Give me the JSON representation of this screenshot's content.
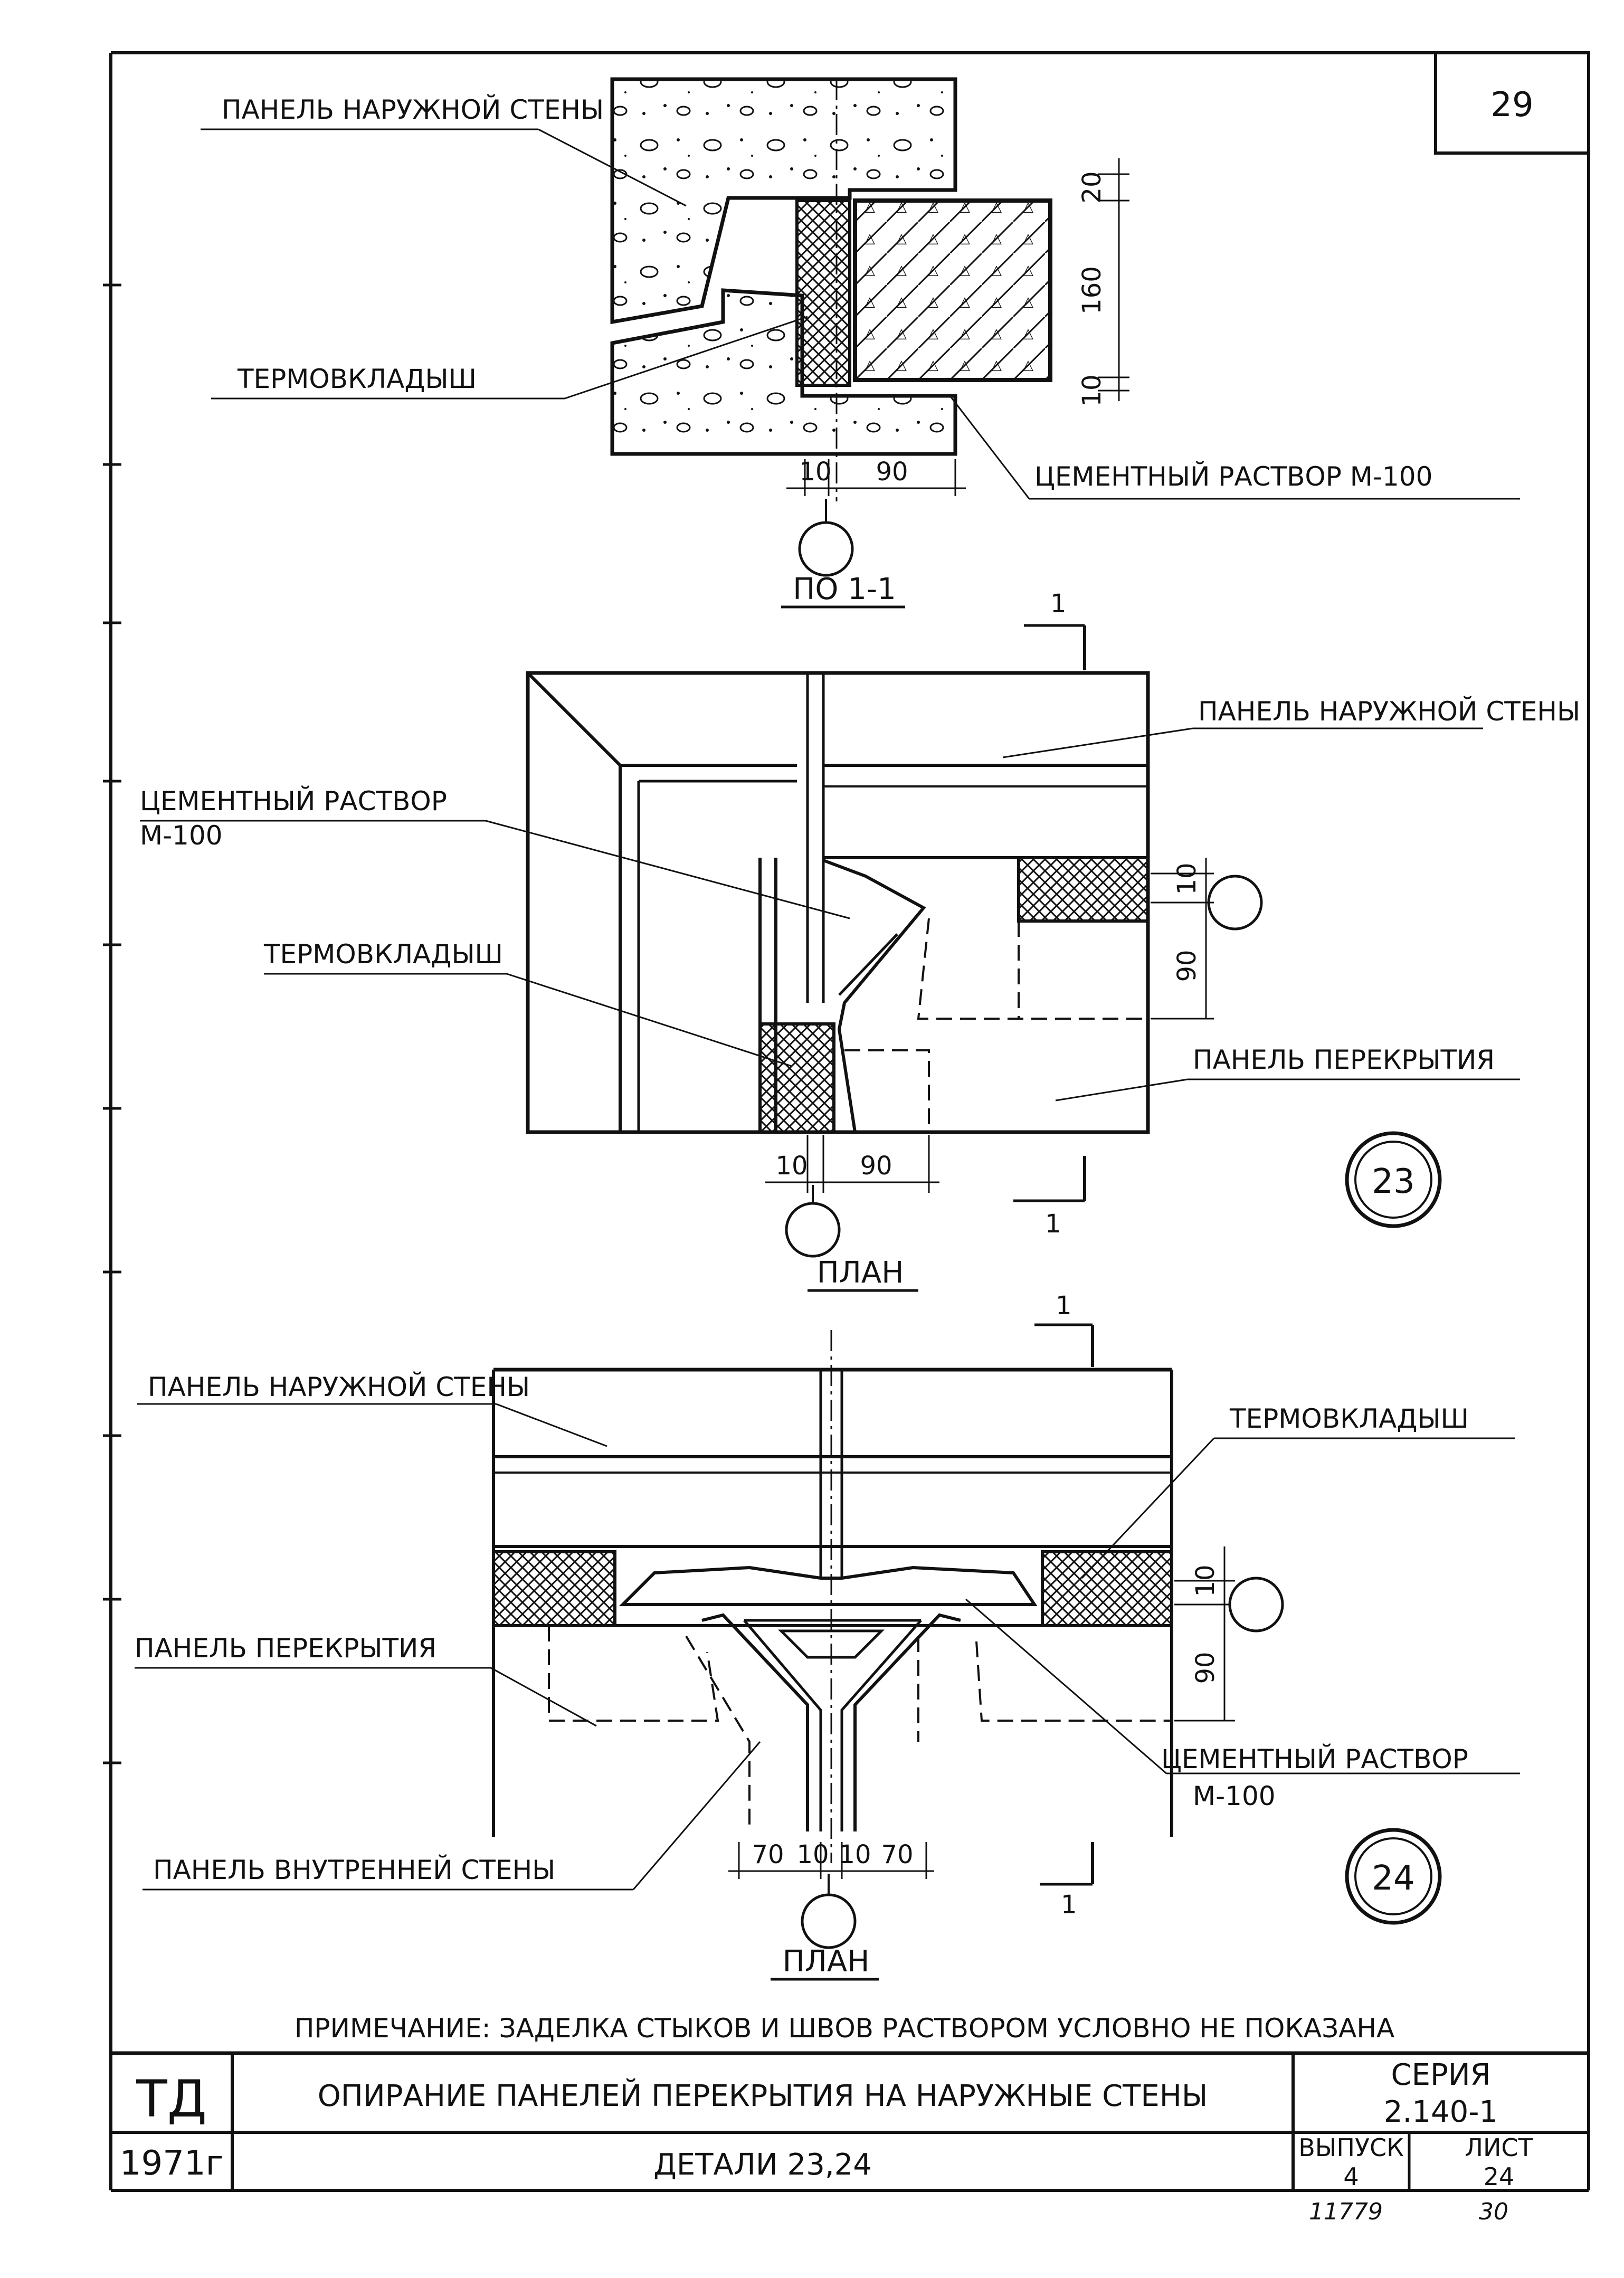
{
  "sheet_number": "29",
  "sections": {
    "section_1_1": {
      "labels": {
        "outer_panel": "ПАНЕЛЬ НАРУЖНОЙ СТЕНЫ",
        "thermal_insert": "ТЕРМОВКЛАДЫШ",
        "mortar": "ЦЕМЕНТНЫЙ РАСТВОР М-100"
      },
      "dims": {
        "d1": "10",
        "d2": "90",
        "v1": "20",
        "v2": "160",
        "v3": "10"
      },
      "caption": "ПО 1-1"
    },
    "detail_23": {
      "labels": {
        "outer_panel": "ПАНЕЛЬ НАРУЖНОЙ СТЕНЫ",
        "mortar_line1": "ЦЕМЕНТНЫЙ РАСТВОР",
        "mortar_line2": "М-100",
        "thermal_insert": "ТЕРМОВКЛАДЫШ",
        "floor_panel": "ПАНЕЛЬ ПЕРЕКРЫТИЯ"
      },
      "dims": {
        "d1": "10",
        "d2": "90",
        "v1": "10",
        "v2": "90"
      },
      "cut_mark": "1",
      "detail_no": "23",
      "caption": "ПЛАН"
    },
    "detail_24": {
      "labels": {
        "outer_panel": "ПАНЕЛЬ НАРУЖНОЙ СТЕНЫ",
        "thermal_insert": "ТЕРМОВКЛАДЫШ",
        "floor_panel": "ПАНЕЛЬ ПЕРЕКРЫТИЯ",
        "mortar_line1": "ЦЕМЕНТНЫЙ РАСТВОР",
        "mortar_line2": "М-100",
        "inner_panel": "ПАНЕЛЬ ВНУТРЕННЕЙ СТЕНЫ"
      },
      "dims": {
        "d1": "70",
        "d2": "10",
        "d3": "10",
        "d4": "70",
        "v1": "10",
        "v2": "90"
      },
      "cut_mark": "1",
      "detail_no": "24",
      "caption": "ПЛАН"
    }
  },
  "note": "ПРИМЕЧАНИЕ: ЗАДЕЛКА СТЫКОВ И ШВОВ РАСТВОРОМ УСЛОВНО НЕ ПОКАЗАНА",
  "title_block": {
    "org": "ТД",
    "year": "1971г",
    "title": "ОПИРАНИЕ ПАНЕЛЕЙ ПЕРЕКРЫТИЯ НА НАРУЖНЫЕ СТЕНЫ",
    "subtitle": "ДЕТАЛИ 23,24",
    "series_label": "СЕРИЯ",
    "series_value": "2.140-1",
    "issue_label": "ВЫПУСК",
    "issue_value": "4",
    "sheet_label": "ЛИСТ",
    "sheet_value": "24",
    "archive_no": "11779",
    "archive_sheet": "30"
  }
}
